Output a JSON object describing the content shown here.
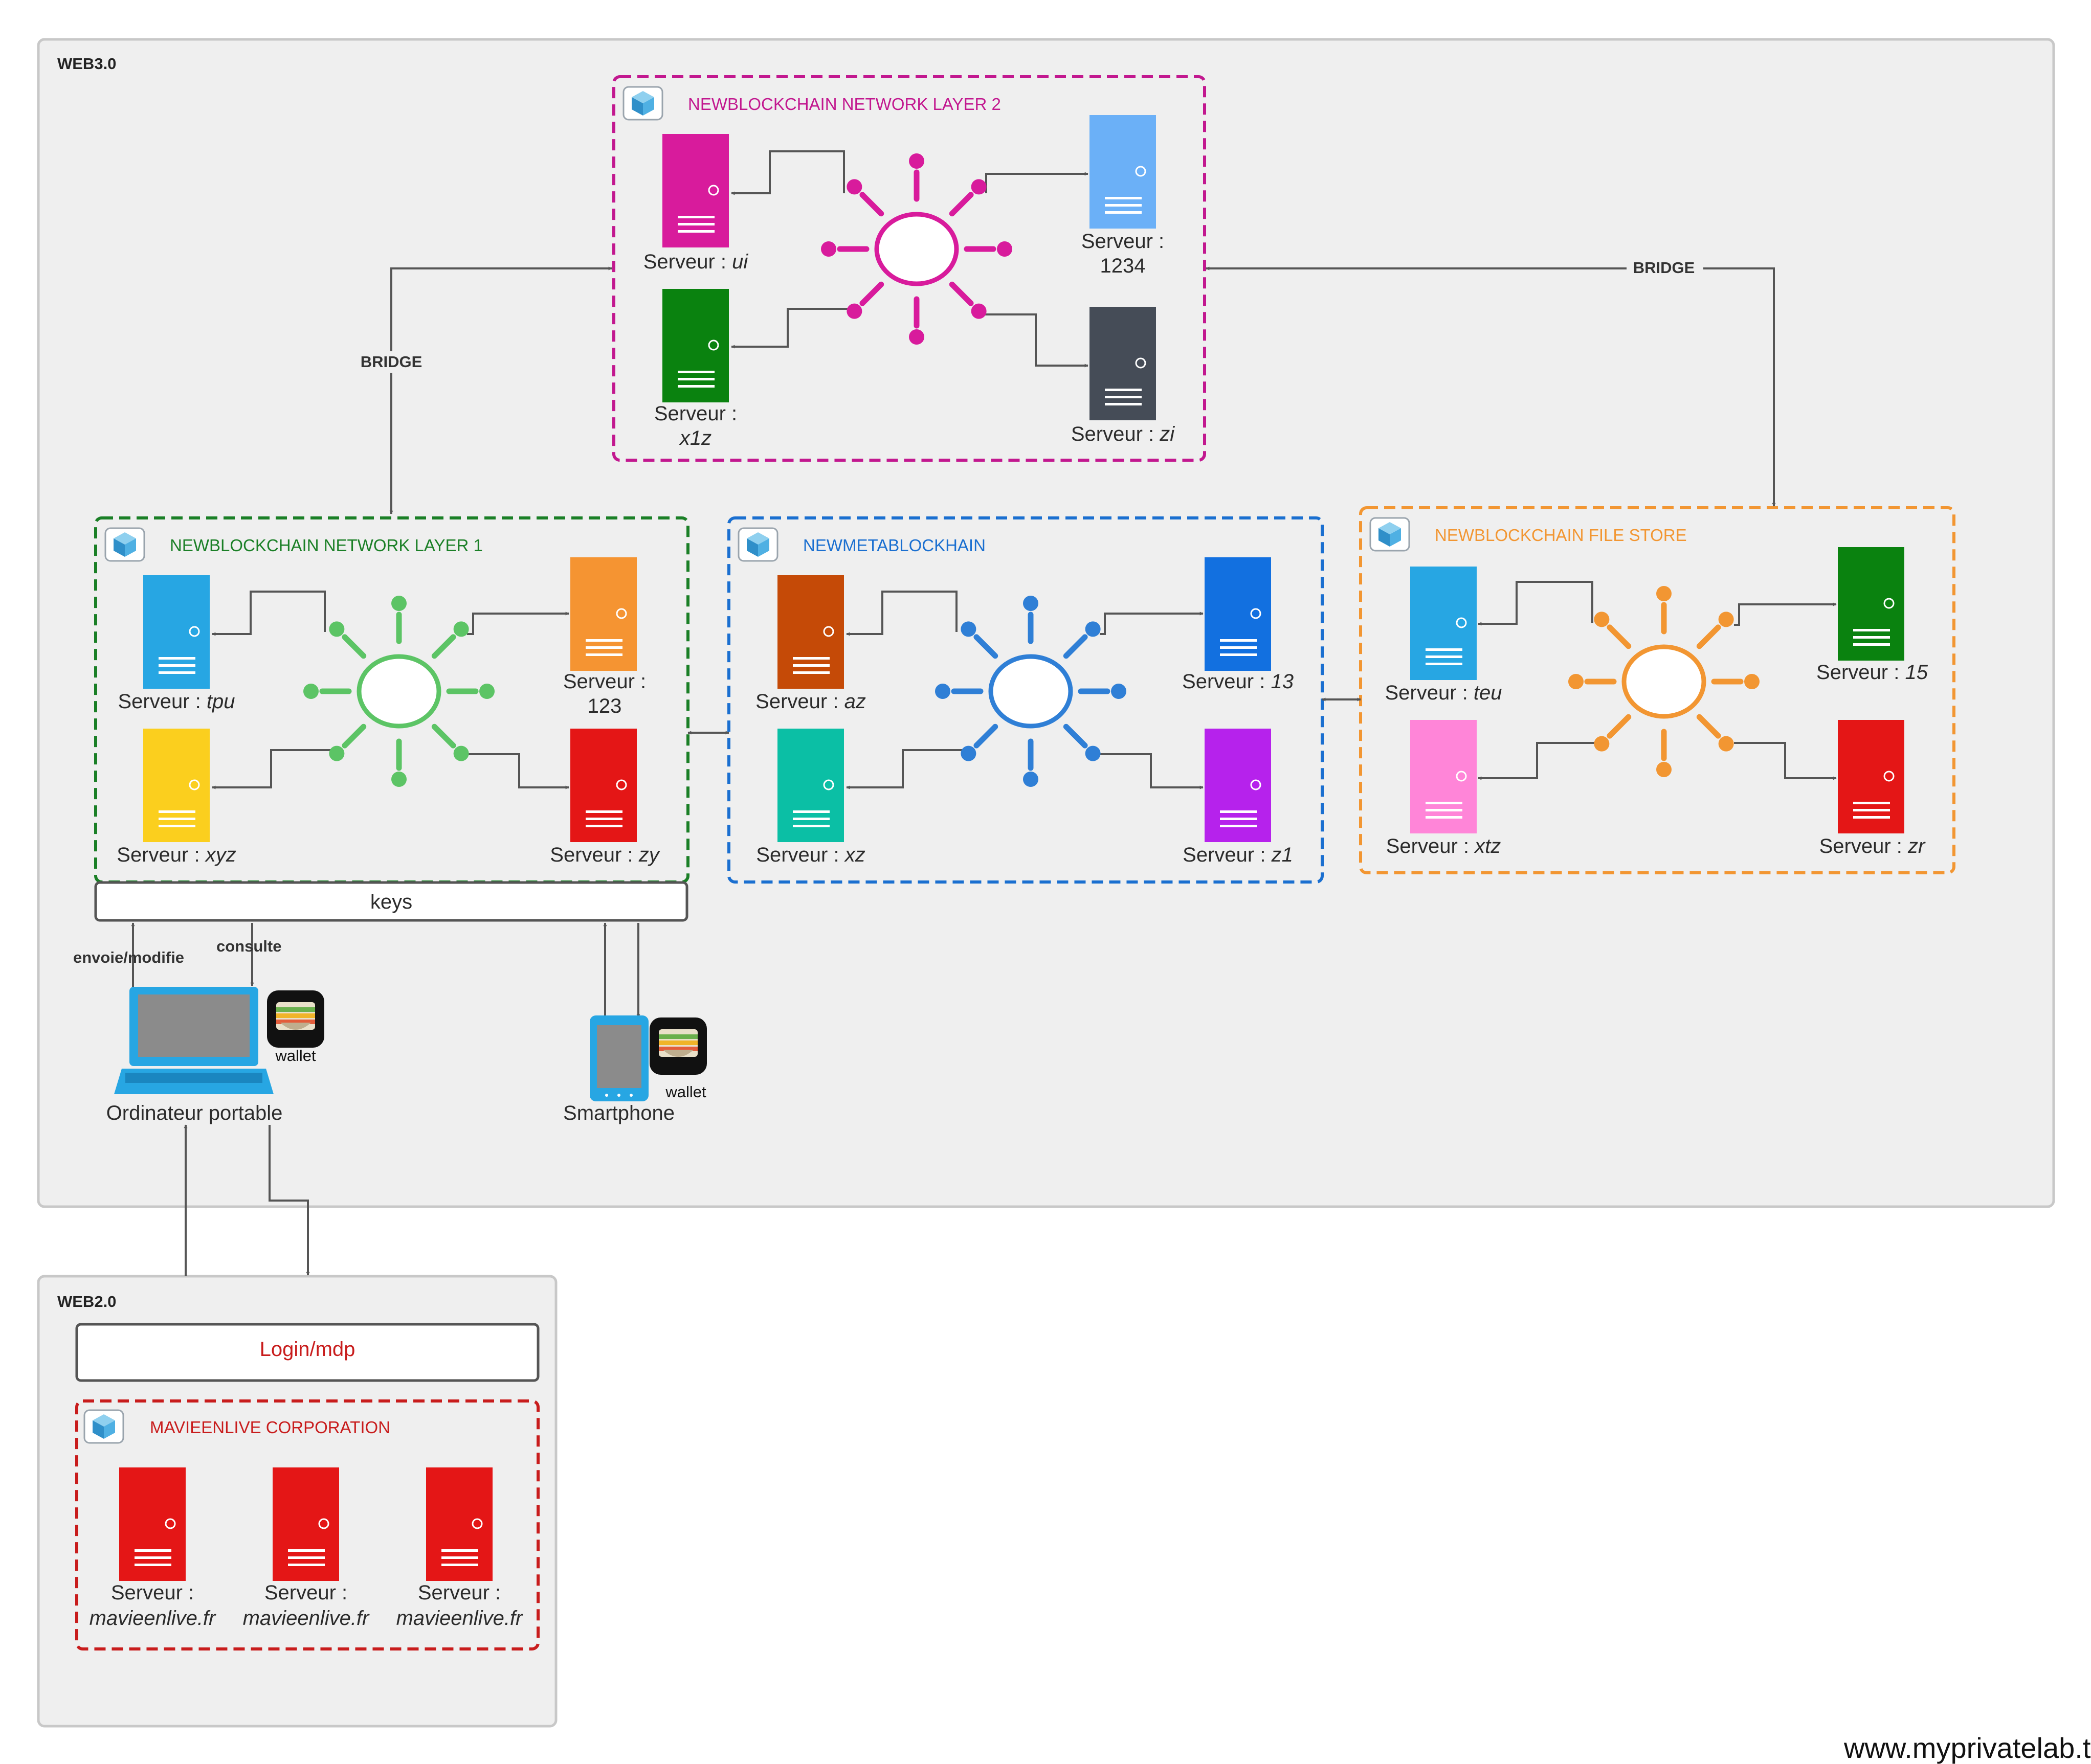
{
  "web3": {
    "title": "WEB3.0"
  },
  "web2": {
    "title": "WEB2.0"
  },
  "bridge_label": "BRIDGE",
  "layer2": {
    "title": "NEWBLOCKCHAIN NETWORK LAYER 2",
    "color": "#c2188f",
    "hub": "#d81b9c",
    "servers": [
      {
        "pre": "Serveur : ",
        "name": "ui",
        "color": "#d81b9c"
      },
      {
        "pre": "Serveur :",
        "name": "1234",
        "color": "#6bb0f7"
      },
      {
        "pre": "Serveur :",
        "name": "x1z",
        "color": "#0a820f"
      },
      {
        "pre": "Serveur : ",
        "name": "zi",
        "color": "#454c57"
      }
    ]
  },
  "layer1": {
    "title": "NEWBLOCKCHAIN NETWORK LAYER 1",
    "color": "#1a7f26",
    "hub": "#5cc465",
    "servers": [
      {
        "pre": "Serveur : ",
        "name": "tpu",
        "color": "#27a6e3"
      },
      {
        "pre": "Serveur :",
        "name": "123",
        "color": "#f59432"
      },
      {
        "pre": "Serveur : ",
        "name": "xyz",
        "color": "#fbcf1e"
      },
      {
        "pre": "Serveur : ",
        "name": "zy",
        "color": "#e41616"
      }
    ]
  },
  "meta": {
    "title": "NEWMETABLOCKHAIN",
    "color": "#1a6fd0",
    "hub": "#2f7fd6",
    "servers": [
      {
        "pre": "Serveur : ",
        "name": "az",
        "color": "#c54a07"
      },
      {
        "pre": "Serveur : ",
        "name": "13",
        "color": "#1270e0"
      },
      {
        "pre": "Serveur : ",
        "name": "xz",
        "color": "#0bbfa5"
      },
      {
        "pre": "Serveur : ",
        "name": "z1",
        "color": "#b622ec"
      }
    ]
  },
  "filestore": {
    "title": "NEWBLOCKCHAIN FILE STORE",
    "color": "#f29632",
    "hub": "#f29632",
    "servers": [
      {
        "pre": "Serveur : ",
        "name": "teu",
        "color": "#27a6e3"
      },
      {
        "pre": "Serveur : ",
        "name": "15",
        "color": "#0a820f"
      },
      {
        "pre": "Serveur : ",
        "name": "xtz",
        "color": "#ff85d8"
      },
      {
        "pre": "Serveur : ",
        "name": "zr",
        "color": "#e41616"
      }
    ]
  },
  "keys": "keys",
  "envoie": "envoie/modifie",
  "consulte": "consulte",
  "laptop": {
    "label": "Ordinateur portable",
    "wallet": "wallet"
  },
  "smartphone": {
    "label": "Smartphone",
    "wallet": "wallet"
  },
  "login": "Login/mdp",
  "corp": {
    "title": "MAVIEENLIVE CORPORATION",
    "color": "#c81c1c",
    "server_pre": "Serveur :",
    "server_name": "mavieenlive.fr",
    "server_color": "#e41616"
  },
  "watermark": "www.myprivatelab.tech"
}
